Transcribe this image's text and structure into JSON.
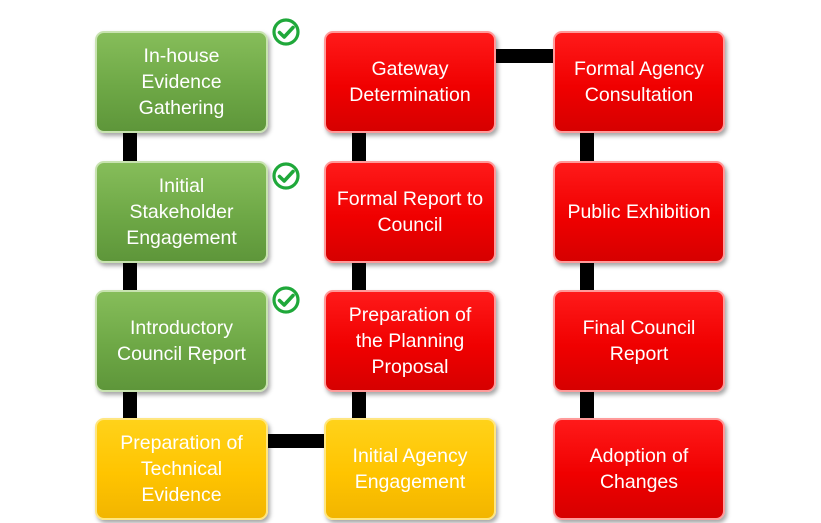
{
  "colors": {
    "completed": "#70ad47",
    "pending": "#ff0000",
    "in_progress": "#ffc000",
    "connector": "#000000",
    "check": "#1fa83a"
  },
  "icons": {
    "check": "check-circle-icon"
  },
  "steps": [
    {
      "label": "In-house Evidence Gathering",
      "status": "completed"
    },
    {
      "label": "Initial Stakeholder Engagement",
      "status": "completed"
    },
    {
      "label": "Introductory Council Report",
      "status": "completed"
    },
    {
      "label": "Preparation of Technical Evidence",
      "status": "in_progress"
    },
    {
      "label": "Initial Agency Engagement",
      "status": "in_progress"
    },
    {
      "label": "Preparation of the Planning Proposal",
      "status": "pending"
    },
    {
      "label": "Formal Report to Council",
      "status": "pending"
    },
    {
      "label": "Gateway Determination",
      "status": "pending"
    },
    {
      "label": "Formal Agency Consultation",
      "status": "pending"
    },
    {
      "label": "Public Exhibition",
      "status": "pending"
    },
    {
      "label": "Final Council Report",
      "status": "pending"
    },
    {
      "label": "Adoption of Changes",
      "status": "pending"
    }
  ]
}
